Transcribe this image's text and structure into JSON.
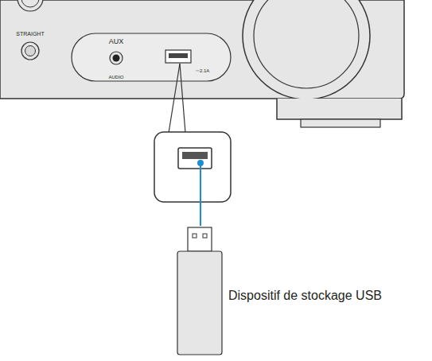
{
  "diagram": {
    "labels": [
      "STRAIGHT",
      "AUX",
      "AUDIO",
      "⎓2.1A",
      "Dispositif de stockage USB"
    ]
  }
}
